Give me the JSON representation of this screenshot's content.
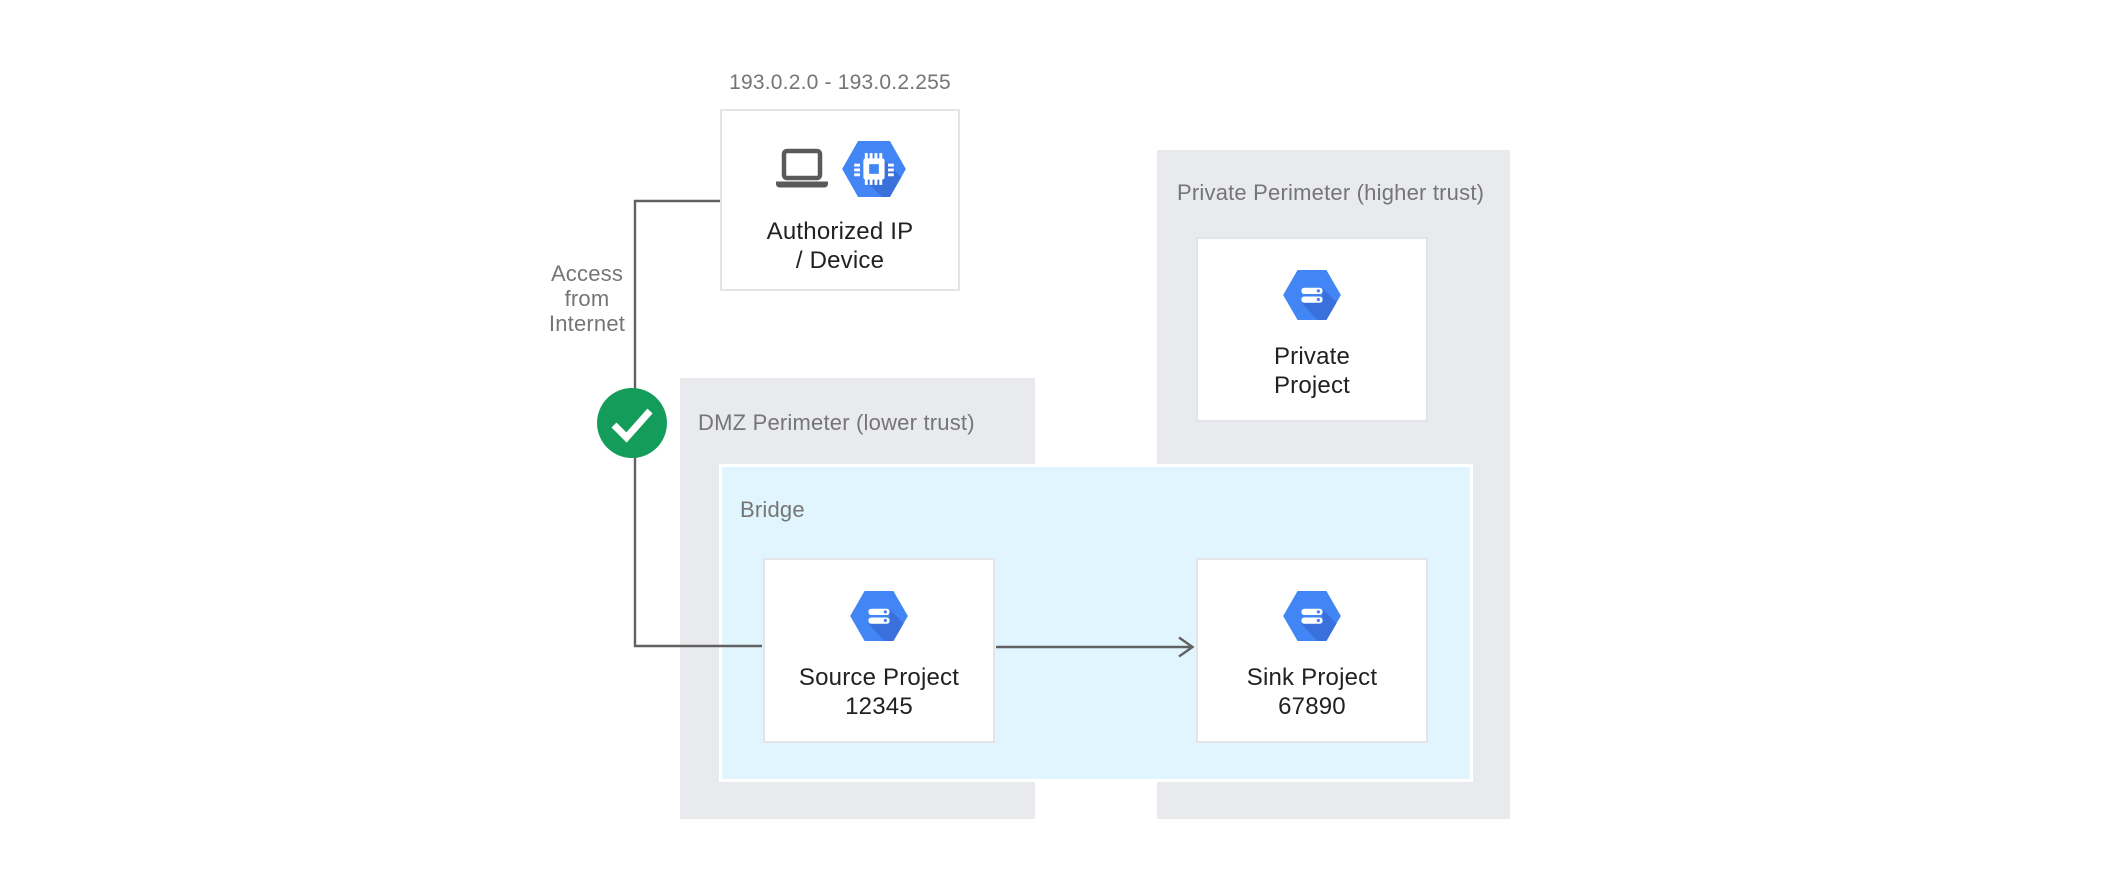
{
  "diagram": {
    "ip_range": "193.0.2.0 - 193.0.2.255",
    "access_label": "Access\nfrom\nInternet",
    "authorized_device": {
      "title": "Authorized IP\n/ Device",
      "icons": [
        "laptop-icon",
        "compute-engine-hexagon-icon"
      ]
    },
    "dmz_perimeter": {
      "label": "DMZ Perimeter (lower trust)"
    },
    "bridge": {
      "label": "Bridge"
    },
    "private_perimeter": {
      "label": "Private Perimeter (higher trust)"
    },
    "projects": {
      "source": {
        "title": "Source Project\n12345",
        "icon": "project-hexagon-icon"
      },
      "sink": {
        "title": "Sink Project\n67890",
        "icon": "project-hexagon-icon"
      },
      "private": {
        "title": "Private\nProject",
        "icon": "project-hexagon-icon"
      }
    },
    "connectors": {
      "internet_path": "from Authorized IP / Device down and right into Source Project",
      "source_to_sink": "arrow from Source Project to Sink Project",
      "status_icon": "check-circle-icon"
    },
    "colors": {
      "page_bg": "#FFFFFF",
      "perimeter_bg": "#E8EAED",
      "bridge_bg": "#E1F5FE",
      "bridge_border": "#FFFFFF",
      "node_bg": "#FFFFFF",
      "node_border": "#E2E4E7",
      "hexagon_blue": "#4285F4",
      "hexagon_shadow_blue": "#3A70DC",
      "check_green": "#149C5B",
      "line_gray": "#616161",
      "label_gray": "#757575",
      "title_dark": "#212121",
      "laptop_gray": "#5A5A5A"
    }
  }
}
